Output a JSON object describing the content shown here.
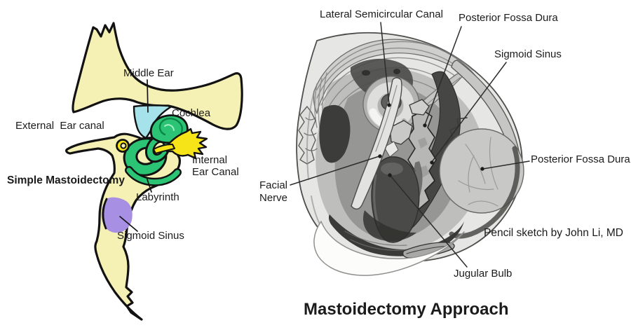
{
  "figure": {
    "background": "#ffffff",
    "left_panel": {
      "title": "Simple Mastoidectomy",
      "labels": {
        "middle_ear": "Middle Ear",
        "cochlea": "Cochlea",
        "external_ear_canal": "External  Ear canal",
        "internal_ear_canal": {
          "line1": "Internal",
          "line2": "Ear Canal"
        },
        "labyrinth": "Labyrinth",
        "sigmoid_sinus": "Sigmoid Sinus"
      },
      "colors": {
        "bone": "#F5F1B4",
        "middle_ear_space": "#A5E2E9",
        "labyrinth_green": "#2BC474",
        "nerve_yellow": "#F7E418",
        "sigmoid_purple": "#A78FE3",
        "outline": "#121212"
      }
    },
    "right_panel": {
      "title": "Mastoidectomy Approach",
      "credit": "Pencil sketch by John Li, MD",
      "labels": {
        "lateral_semicircular_canal": "Lateral Semicircular Canal",
        "posterior_fossa_dura_top": "Posterior Fossa Dura",
        "sigmoid_sinus": "Sigmoid Sinus",
        "posterior_fossa_dura_right": "Posterior Fossa Dura",
        "facial_nerve": {
          "line1": "Facial",
          "line2": "Nerve"
        },
        "jugular_bulb": "Jugular Bulb"
      },
      "ink": "#2c2c2c"
    }
  }
}
